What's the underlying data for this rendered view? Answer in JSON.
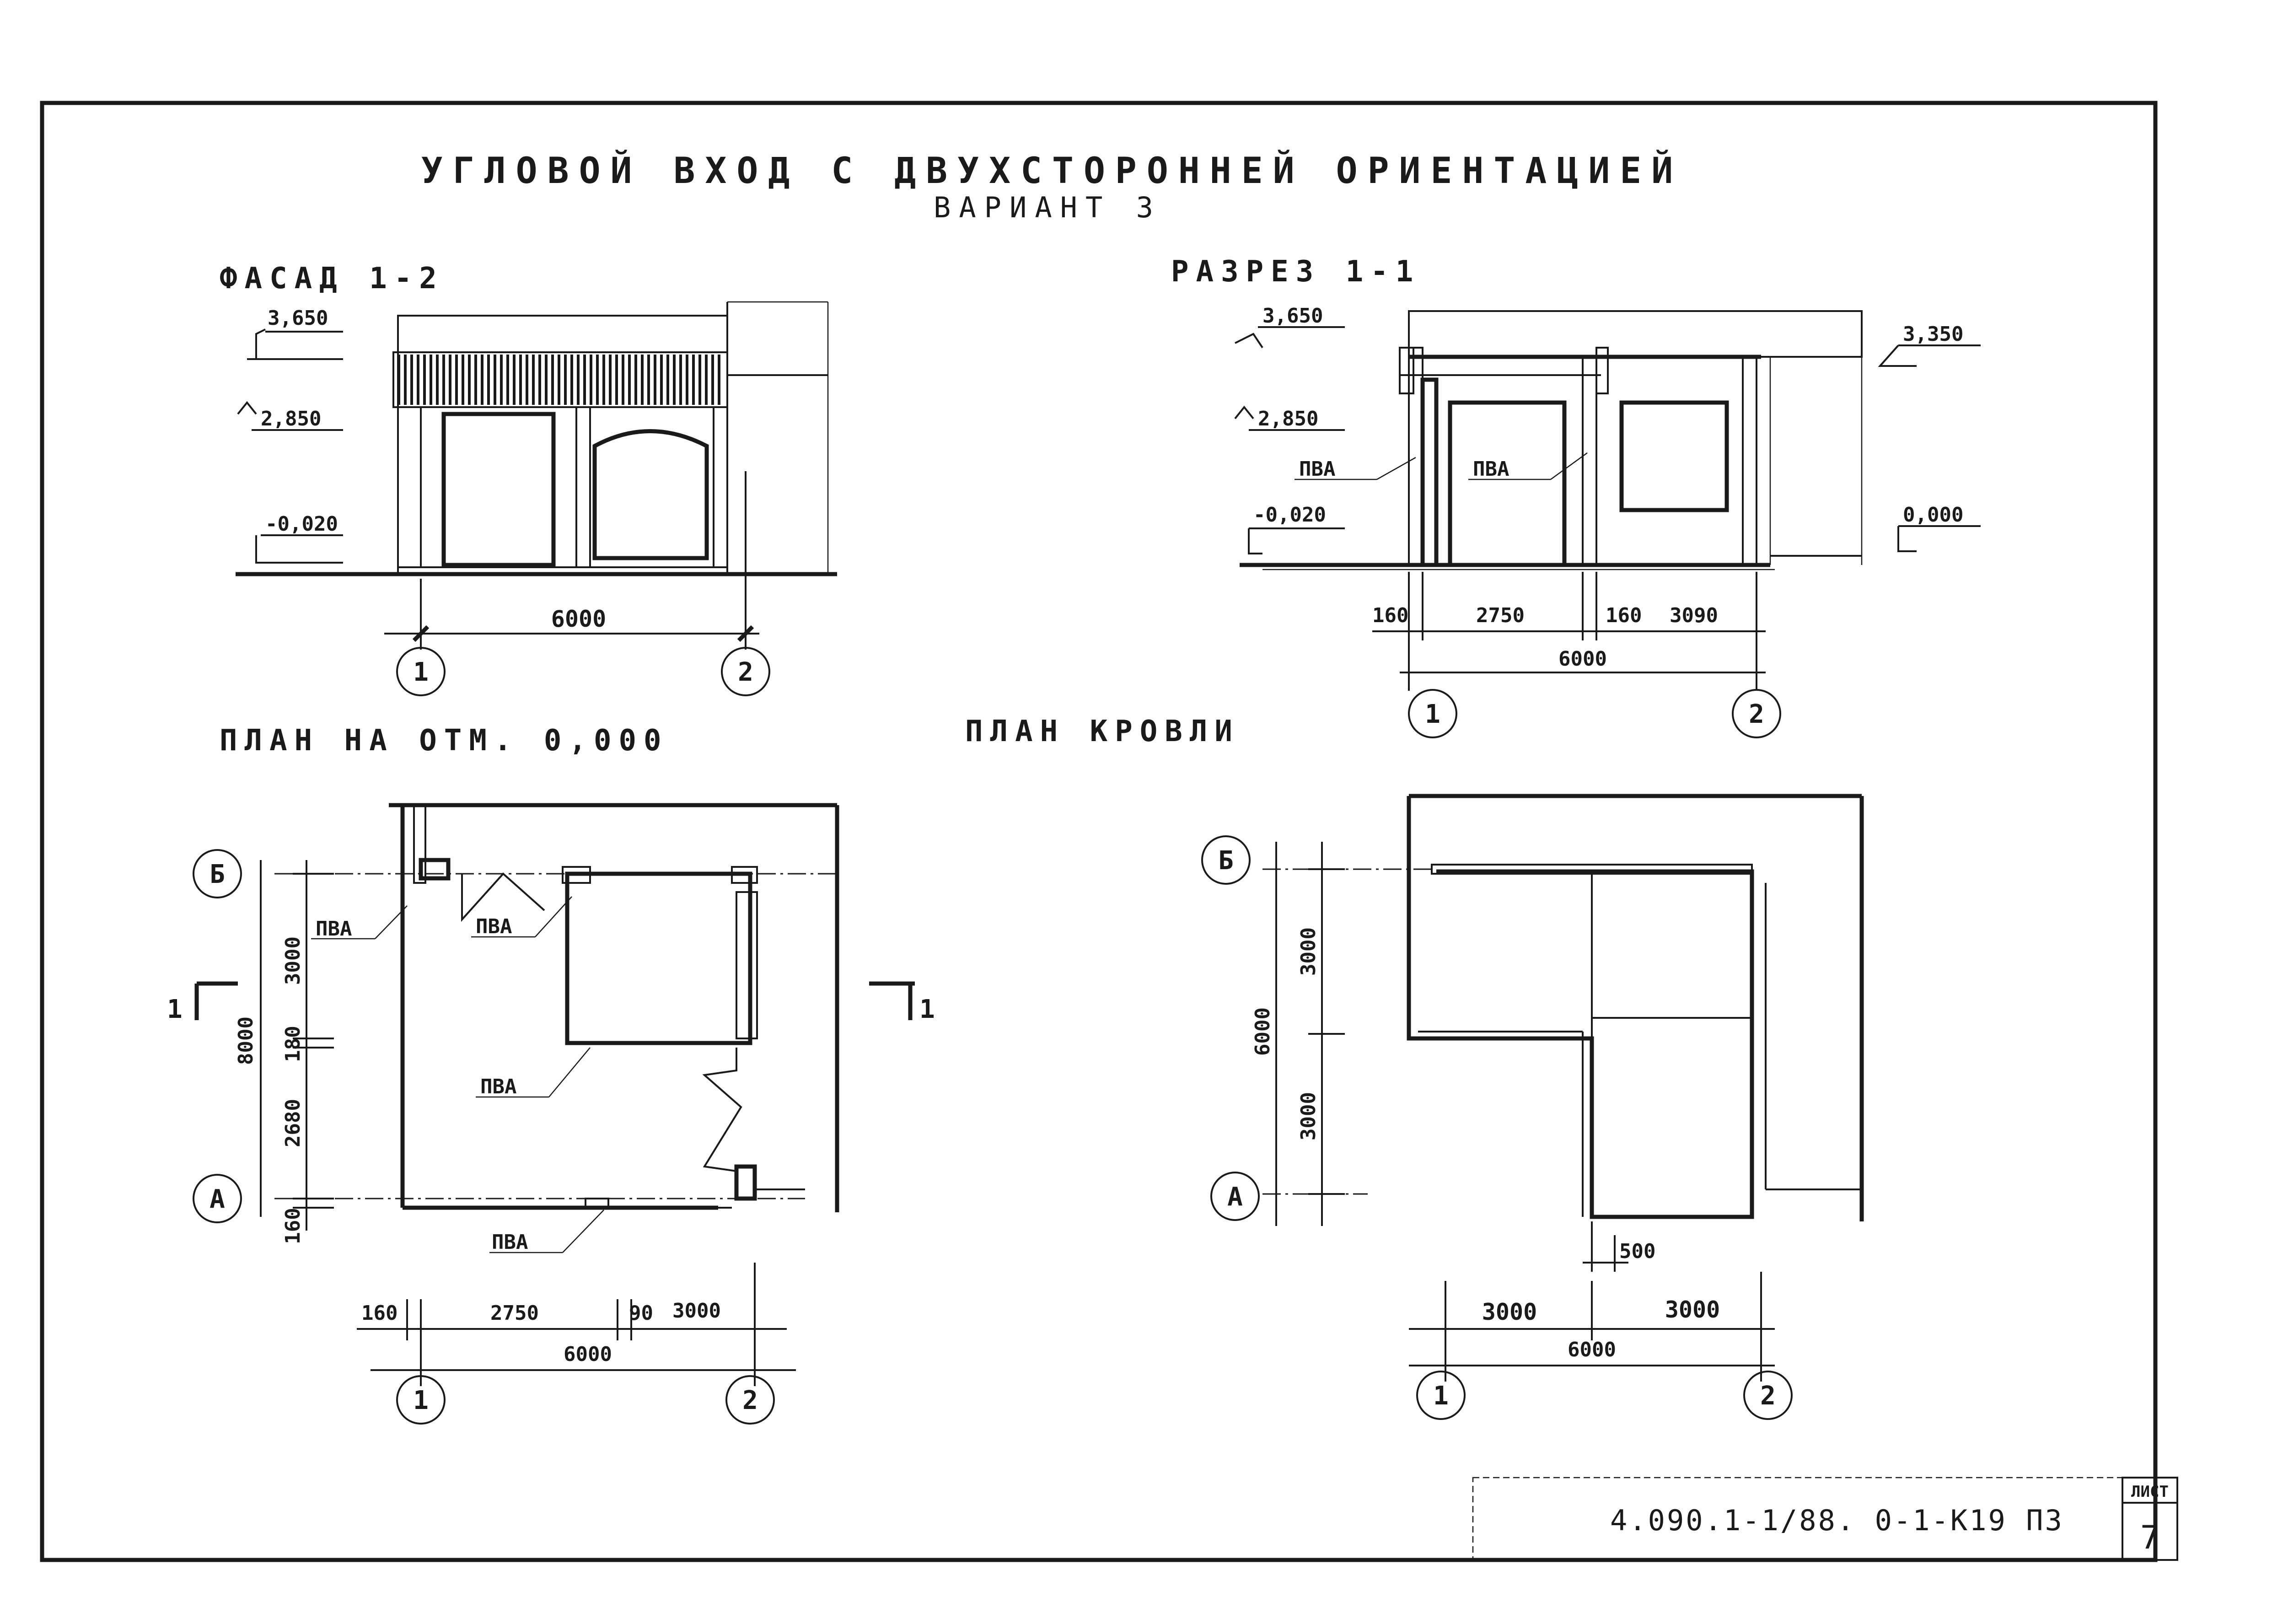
{
  "title": {
    "line1": "УГЛОВОЙ ВХОД С ДВУХСТОРОННЕЙ ОРИЕНТАЦИЕЙ",
    "line2": "ВАРИАНТ 3"
  },
  "facade": {
    "title": "ФАСАД 1-2",
    "levels": [
      "3,650",
      "2,850",
      "-0,020"
    ],
    "dim_total": "6000",
    "axes": [
      "1",
      "2"
    ]
  },
  "section": {
    "title": "РАЗРЕЗ 1-1",
    "levels_left": [
      "3,650",
      "2,850",
      "-0,020"
    ],
    "levels_right": [
      "3,350",
      "0,000"
    ],
    "labels": [
      "ПВА",
      "ПВА"
    ],
    "dims": [
      "160",
      "2750",
      "160",
      "3090"
    ],
    "dim_total": "6000",
    "axes": [
      "1",
      "2"
    ]
  },
  "plan": {
    "title": "ПЛАН НА ОТМ. 0,000",
    "labels": [
      "ПВА",
      "ПВА",
      "ПВА",
      "ПВА"
    ],
    "dims_vertical": [
      "3000",
      "180",
      "2680",
      "160"
    ],
    "dim_vertical_total": "8000",
    "dims_horizontal": [
      "160",
      "2750",
      "90",
      "3000"
    ],
    "dim_horizontal_total": "6000",
    "axes_x": [
      "1",
      "2"
    ],
    "axes_y": [
      "Б",
      "А"
    ],
    "cut_marks": [
      "1",
      "1"
    ]
  },
  "roof": {
    "title": "ПЛАН КРОВЛИ",
    "dims_vertical": [
      "3000",
      "3000"
    ],
    "dim_vertical_total": "6000",
    "dims_horizontal": [
      "3000",
      "3000"
    ],
    "dim_horizontal_total": "6000",
    "dim_offset": "500",
    "axes_x": [
      "1",
      "2"
    ],
    "axes_y": [
      "Б",
      "А"
    ]
  },
  "stamp": {
    "code": "4.090.1-1/88. 0-1-К19 ПЗ",
    "sheet_label": "ЛИСТ",
    "sheet_number": "7"
  }
}
